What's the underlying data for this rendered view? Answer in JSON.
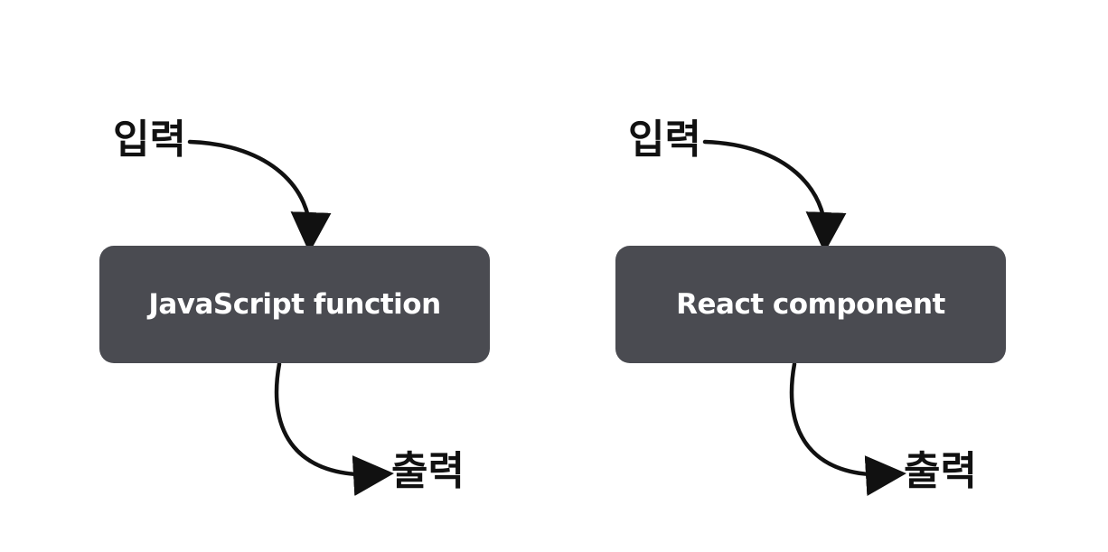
{
  "diagrams": [
    {
      "input_label": "입력",
      "box_label": "JavaScript function",
      "output_label": "출력"
    },
    {
      "input_label": "입력",
      "box_label": "React component",
      "output_label": "출력"
    }
  ],
  "colors": {
    "box_fill": "#4a4b51",
    "box_text": "#ffffff",
    "arrow": "#111111",
    "label_text": "#111111",
    "background": "#ffffff"
  }
}
